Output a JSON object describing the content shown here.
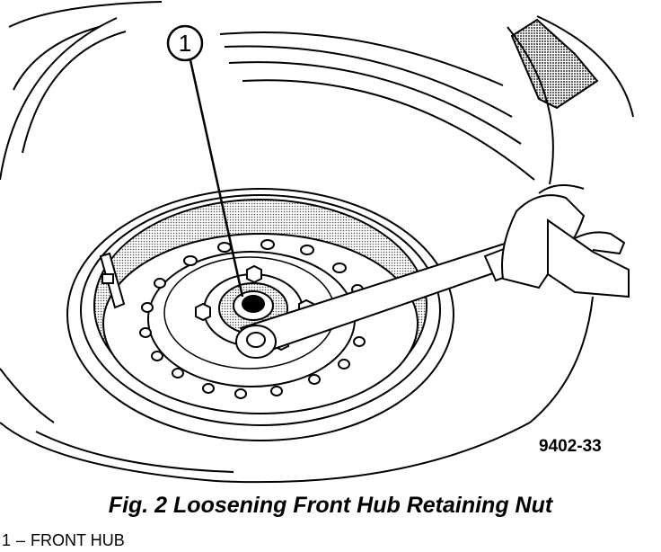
{
  "figure": {
    "callout_number": "1",
    "figure_code": "9402-33",
    "caption": "Fig. 2 Loosening Front Hub Retaining Nut"
  },
  "legend": {
    "number": "1",
    "dash": "–",
    "label": "FRONT HUB"
  },
  "colors": {
    "line": "#000000",
    "background": "#ffffff",
    "stipple": "#8a8a8a"
  }
}
